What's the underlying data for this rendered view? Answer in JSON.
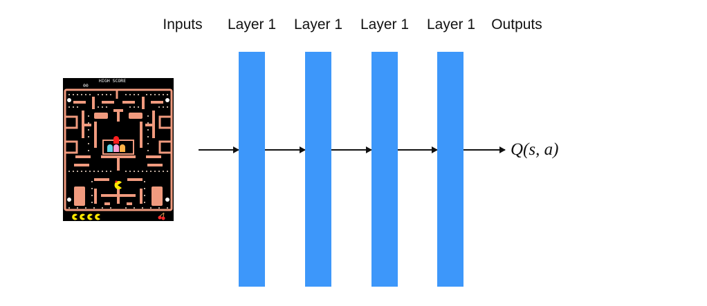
{
  "labels": {
    "inputs": "Inputs",
    "layers": [
      "Layer 1",
      "Layer 1",
      "Layer 1",
      "Layer 1"
    ],
    "outputs": "Outputs",
    "output_formula": "Q(s, a)"
  },
  "game_screen": {
    "header_text": "HIGH SCORE",
    "score_text": "00",
    "icon": "ms-pacman-game-screen"
  },
  "colors": {
    "layer": "#3d97fa",
    "arrow": "#111111",
    "maze_wall": "#f09a7e",
    "pellet": "#ffe5d4",
    "pacman": "#ffe900"
  }
}
